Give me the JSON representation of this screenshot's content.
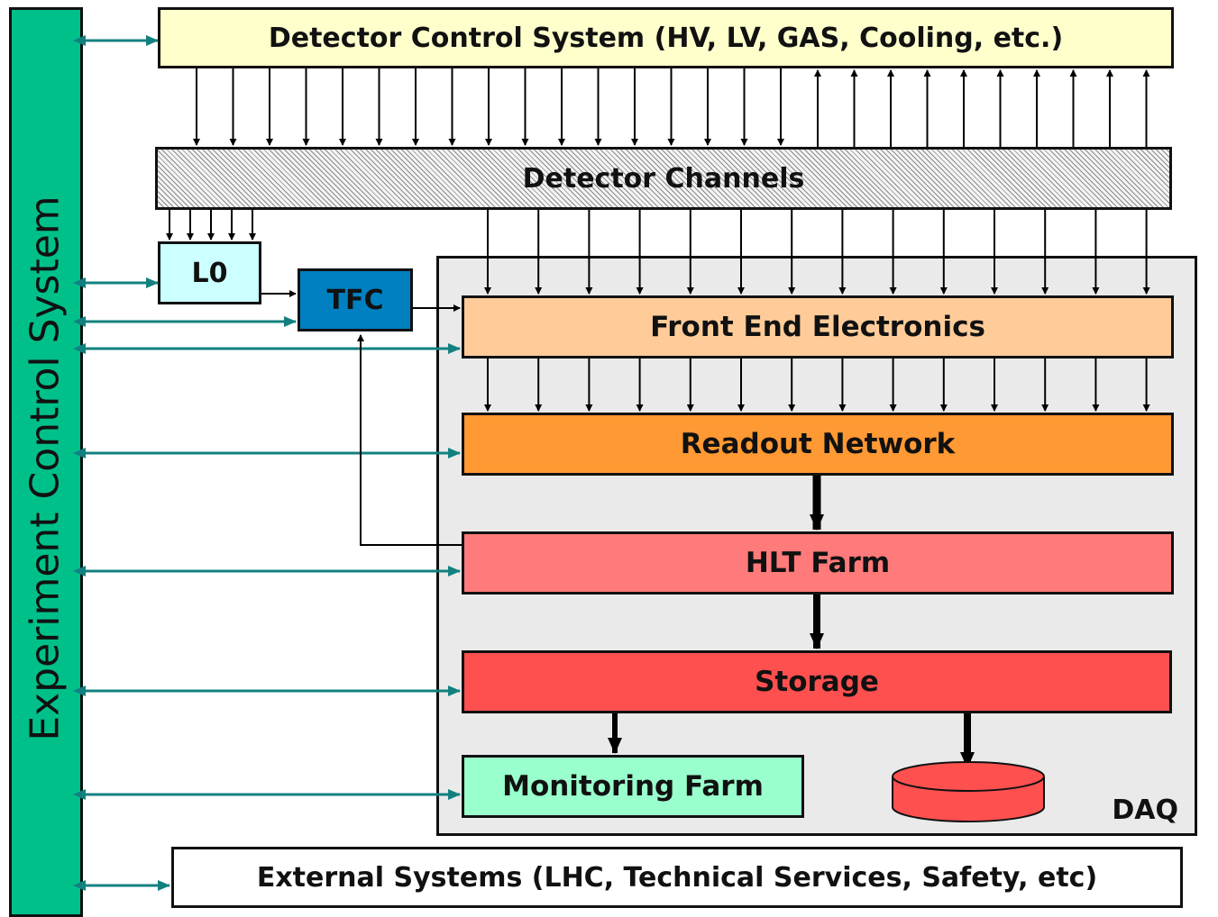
{
  "ecs": {
    "label": "Experiment Control System"
  },
  "dcs": {
    "label": "Detector Control System (HV, LV, GAS, Cooling, etc.)"
  },
  "channels": {
    "label": "Detector Channels"
  },
  "l0": {
    "label": "L0"
  },
  "tfc": {
    "label": "TFC"
  },
  "daq": {
    "label": "DAQ",
    "front_end": "Front End Electronics",
    "readout": "Readout Network",
    "hlt": "HLT Farm",
    "storage": "Storage",
    "monitoring": "Monitoring Farm"
  },
  "external": {
    "label": "External Systems (LHC, Technical Services, Safety, etc)"
  },
  "colors": {
    "ecs": "#00c08a",
    "dcs": "#ffffcc",
    "l0": "#ccffff",
    "tfc": "#0080c0",
    "daq_bg": "#eaeaea",
    "front_end": "#ffcc99",
    "readout": "#ff9933",
    "hlt": "#ff7a7a",
    "storage": "#ff5050",
    "monitoring": "#99ffcc",
    "link": "#138080"
  }
}
